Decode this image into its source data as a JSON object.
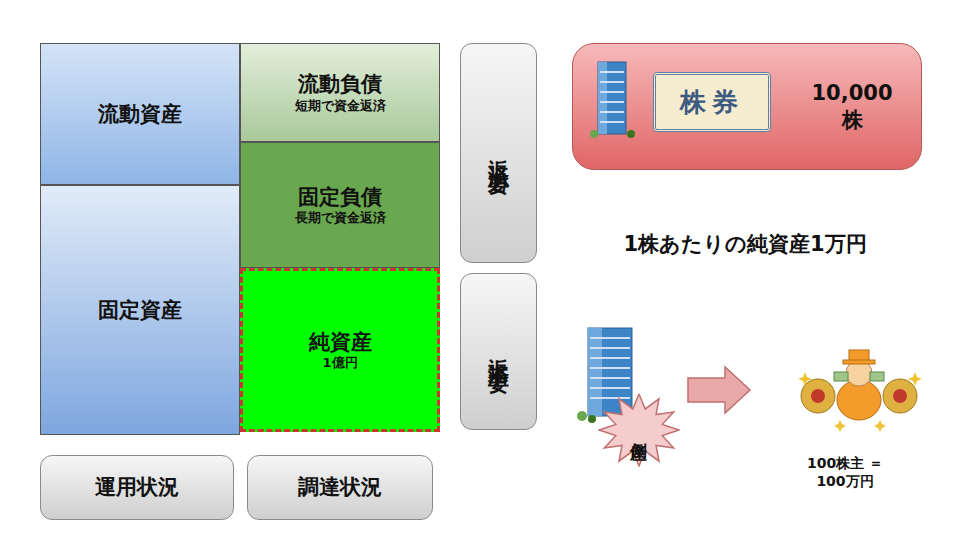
{
  "diagram": {
    "nodes": [
      {
        "text": [
          "流動資産"
        ]
      },
      {
        "text": [
          "固定資産"
        ]
      },
      {
        "text": [
          "流動負債",
          "短期で資金返済"
        ]
      },
      {
        "text": [
          "固定負債",
          "長期で資金返済"
        ]
      },
      {
        "text": [
          "純資産",
          "1億円"
        ]
      },
      {
        "text": [
          "返済必要"
        ]
      },
      {
        "text": [
          "返済不要"
        ]
      },
      {
        "text": [
          "運用状況"
        ]
      },
      {
        "text": [
          "調達状況"
        ]
      },
      {
        "text": [
          "10,000 株"
        ]
      },
      {
        "text": [
          "株券"
        ],
        "in": 9
      },
      {
        "text": [
          "倒産"
        ]
      }
    ],
    "labels": [
      "1株あたりの純資産1万円",
      "100株主 ＝100万円"
    ]
  }
}
